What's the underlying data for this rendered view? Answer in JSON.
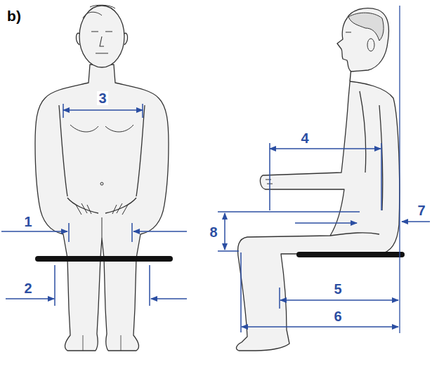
{
  "diagram": {
    "labels": [
      "b)",
      "1",
      "2",
      "3",
      "4",
      "5",
      "6",
      "7",
      "8"
    ]
  }
}
